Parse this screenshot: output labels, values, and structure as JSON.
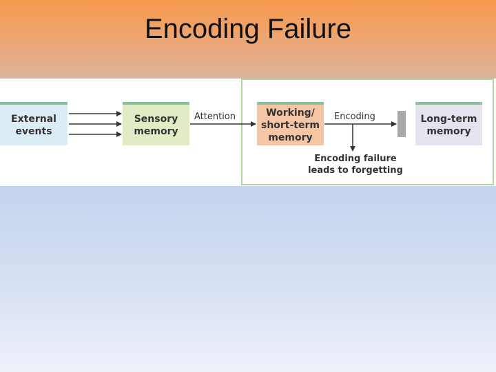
{
  "slide": {
    "title": "Encoding Failure"
  },
  "diagram": {
    "nodes": {
      "external_events": "External\nevents",
      "sensory_memory": "Sensory\nmemory",
      "working_memory": "Working/\nshort-term\nmemory",
      "long_term_memory": "Long-term\nmemory"
    },
    "edge_labels": {
      "attention": "Attention",
      "encoding": "Encoding",
      "failure": "Encoding failure\nleads to forgetting"
    }
  },
  "colors": {
    "header_gradient_top": "#f5994a",
    "external_fill": "#dcecf5",
    "sensory_fill": "#dfecc5",
    "working_fill": "#f5c6a4",
    "longterm_fill": "#e4e4ee",
    "frame_border": "#b3d49a"
  }
}
